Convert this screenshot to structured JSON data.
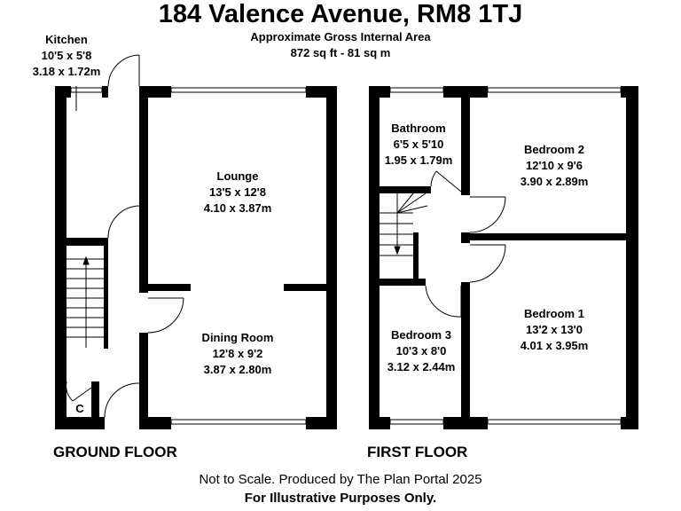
{
  "title": "184 Valence Avenue, RM8 1TJ",
  "area": {
    "label": "Approximate Gross Internal Area",
    "value": "872 sq ft - 81 sq m"
  },
  "rooms": {
    "kitchen": {
      "name": "Kitchen",
      "imperial": "10'5 x 5'8",
      "metric": "3.18 x 1.72m"
    },
    "lounge": {
      "name": "Lounge",
      "imperial": "13'5 x 12'8",
      "metric": "4.10 x 3.87m"
    },
    "dining": {
      "name": "Dining Room",
      "imperial": "12'8 x 9'2",
      "metric": "3.87 x 2.80m"
    },
    "bathroom": {
      "name": "Bathroom",
      "imperial": "6'5 x 5'10",
      "metric": "1.95 x 1.79m"
    },
    "bedroom2": {
      "name": "Bedroom 2",
      "imperial": "12'10 x 9'6",
      "metric": "3.90 x 2.89m"
    },
    "bedroom1": {
      "name": "Bedroom 1",
      "imperial": "13'2 x 13'0",
      "metric": "4.01 x 3.95m"
    },
    "bedroom3": {
      "name": "Bedroom 3",
      "imperial": "10'3 x 8'0",
      "metric": "3.12 x 2.44m"
    },
    "cupboard": {
      "name": "C"
    }
  },
  "floors": {
    "ground": "GROUND FLOOR",
    "first": "FIRST FLOOR"
  },
  "footer": {
    "disclaimer": "Not to Scale. Produced by The Plan Portal 2025",
    "note": "For Illustrative Purposes Only."
  }
}
